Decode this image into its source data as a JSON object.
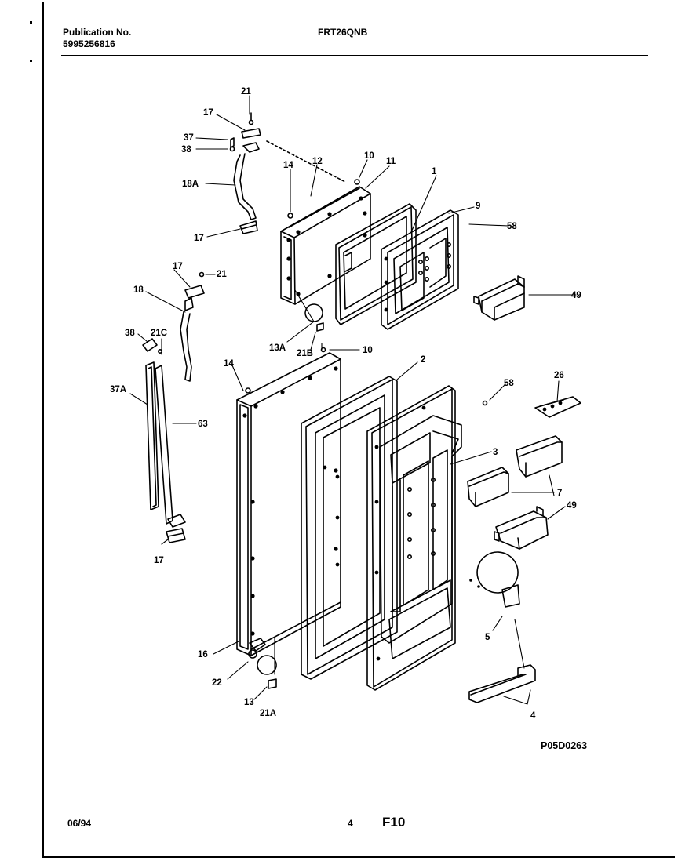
{
  "header": {
    "publication_label": "Publication No.",
    "publication_number": "5995256816",
    "model": "FRT26QNB"
  },
  "diagram": {
    "code": "P05D0263",
    "callouts": [
      "21",
      "17",
      "37",
      "38",
      "18A",
      "17",
      "14",
      "12",
      "10",
      "11",
      "1",
      "9",
      "58",
      "49",
      "17",
      "21",
      "18",
      "13A",
      "21B",
      "10",
      "2",
      "38",
      "21C",
      "14",
      "37A",
      "63",
      "58",
      "26",
      "3",
      "7",
      "49",
      "17",
      "5",
      "16",
      "22",
      "13",
      "21A",
      "4"
    ]
  },
  "footer": {
    "date": "06/94",
    "page": "4",
    "figure": "F10"
  }
}
